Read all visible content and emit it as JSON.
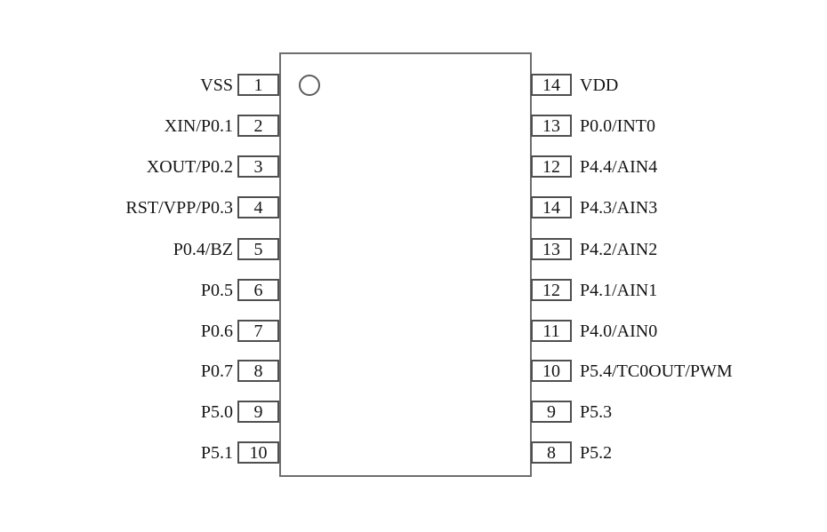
{
  "diagram": {
    "type": "ic-pinout",
    "colors": {
      "background": "#ffffff",
      "body_line": "#6e6e6e",
      "pin_line": "#4f4f4f",
      "text": "#151515"
    },
    "pins_left": [
      {
        "num": "1",
        "label": "VSS"
      },
      {
        "num": "2",
        "label": "XIN/P0.1"
      },
      {
        "num": "3",
        "label": "XOUT/P0.2"
      },
      {
        "num": "4",
        "label": "RST/VPP/P0.3"
      },
      {
        "num": "5",
        "label": "P0.4/BZ"
      },
      {
        "num": "6",
        "label": "P0.5"
      },
      {
        "num": "7",
        "label": "P0.6"
      },
      {
        "num": "8",
        "label": "P0.7"
      },
      {
        "num": "9",
        "label": "P5.0"
      },
      {
        "num": "10",
        "label": "P5.1"
      }
    ],
    "pins_right": [
      {
        "num": "14",
        "label": "VDD"
      },
      {
        "num": "13",
        "label": "P0.0/INT0"
      },
      {
        "num": "12",
        "label": "P4.4/AIN4"
      },
      {
        "num": "14",
        "label": "P4.3/AIN3"
      },
      {
        "num": "13",
        "label": "P4.2/AIN2"
      },
      {
        "num": "12",
        "label": "P4.1/AIN1"
      },
      {
        "num": "11",
        "label": "P4.0/AIN0"
      },
      {
        "num": "10",
        "label": "P5.4/TC0OUT/PWM"
      },
      {
        "num": "9",
        "label": "P5.3"
      },
      {
        "num": "8",
        "label": "P5.2"
      }
    ]
  }
}
